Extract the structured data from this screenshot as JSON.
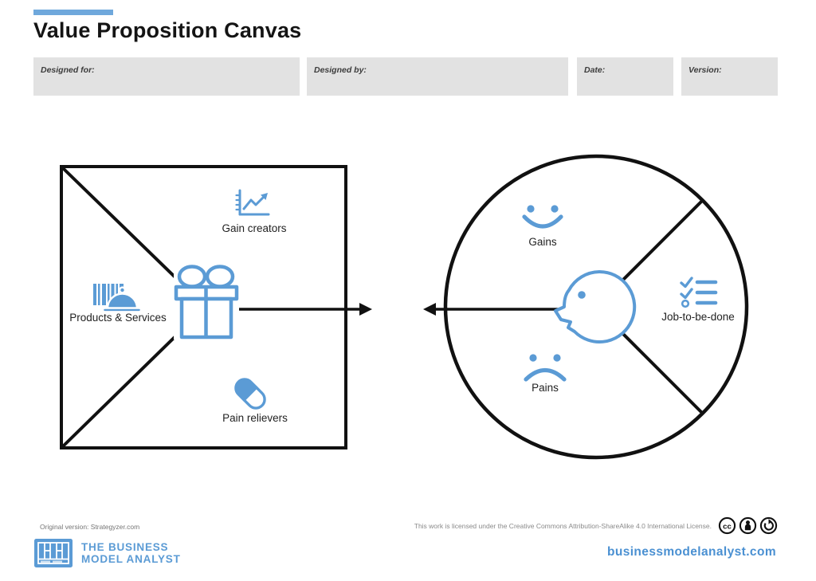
{
  "header": {
    "title": "Value Proposition Canvas",
    "fields": [
      {
        "label": "Designed for:",
        "value": ""
      },
      {
        "label": "Designed by:",
        "value": ""
      },
      {
        "label": "Date:",
        "value": ""
      },
      {
        "label": "Version:",
        "value": ""
      }
    ]
  },
  "diagram": {
    "value_map": {
      "gain_creators_label": "Gain creators",
      "products_services_label": "Products & Services",
      "pain_relievers_label": "Pain relievers"
    },
    "customer_profile": {
      "gains_label": "Gains",
      "pains_label": "Pains",
      "jobs_label": "Job-to-be-done"
    }
  },
  "footer": {
    "original_version": "Original version: Strategyzer.com",
    "logo": {
      "line1": "THE BUSINESS",
      "line2": "MODEL ANALYST"
    },
    "license_text": "This work is licensed under the Creative Commons Attribution-ShareAlike 4.0 International License.",
    "website": "businessmodelanalyst.com"
  },
  "colors": {
    "accent_blue": "#6fa8dc",
    "icon_blue": "#5b9bd5",
    "logo_blue": "#5b9bd5",
    "link_blue": "#4a90d2",
    "diagram_line": "#111111",
    "field_bg": "#e2e2e2"
  }
}
